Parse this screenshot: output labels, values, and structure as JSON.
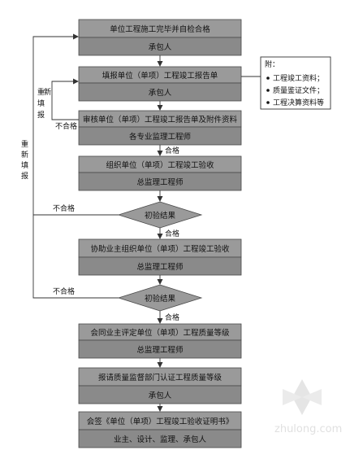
{
  "boxes": [
    {
      "top": "单位工程施工完毕并自检合格",
      "bottom": "承包人"
    },
    {
      "top": "填报单位（单项）工程竣工报告单",
      "bottom": "承包人"
    },
    {
      "top": "审核单位（单项）工程竣工报告单及附件资料",
      "bottom": "各专业监理工程师"
    },
    {
      "top": "组织单位（单项）工程竣工验收",
      "bottom": "总监理工程师"
    },
    {
      "top": "协助业主组织单位（单项）工程竣工验收",
      "bottom": "总监理工程师"
    },
    {
      "top": "会同业主评定单位（单项）工程质量等级",
      "bottom": "总监理工程师"
    },
    {
      "top": "报请质量监督部门认证工程质量等级",
      "bottom": "承包人"
    },
    {
      "top": "会签《单位（单项）工程竣工验收证明书》",
      "bottom": "业主、设计、监理、承包人"
    }
  ],
  "diamonds": [
    "初验结果",
    "初验结果"
  ],
  "labels": {
    "pass": "合格",
    "fail": "不合格",
    "refill": "重新填报"
  },
  "note": {
    "title": "附：",
    "items": [
      "工程竣工资料；",
      "质量鉴证文件；",
      "工程决算资料等"
    ]
  },
  "watermark": "zhulong.com"
}
